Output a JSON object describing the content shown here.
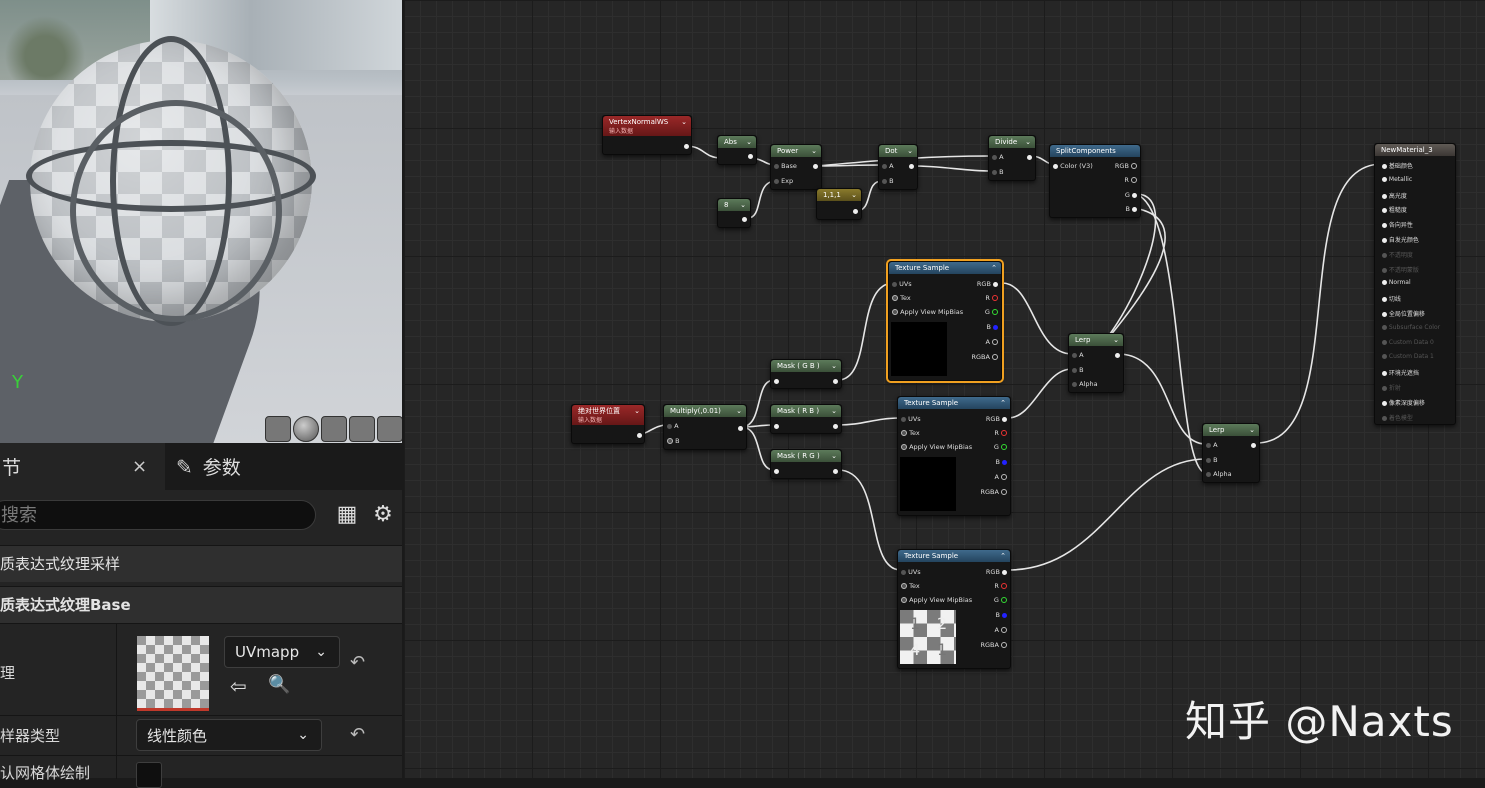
{
  "viewport": {
    "axis_y": "Y"
  },
  "tabs": {
    "details": "节",
    "params": "参数",
    "close_glyph": "×"
  },
  "details": {
    "search_placeholder": "搜索",
    "section1": "质表达式纹理采样",
    "section2": "质表达式纹理Base",
    "texture_label": "理",
    "texture_combo": "UVmapp",
    "sampler_label": "样器类型",
    "sampler_combo": "线性颜色",
    "default_mesh_label": "认网格体绘制"
  },
  "nodes": {
    "vertex_normal": {
      "title": "VertexNormalWS",
      "sub": "输入数据"
    },
    "abs": {
      "title": "Abs"
    },
    "power": {
      "title": "Power",
      "pins": [
        "Base",
        "Exp"
      ]
    },
    "const8": {
      "title": "8"
    },
    "const111": {
      "title": "1,1,1"
    },
    "dot": {
      "title": "Dot",
      "pins": [
        "A",
        "B"
      ]
    },
    "divide": {
      "title": "Divide",
      "pins": [
        "A",
        "B"
      ]
    },
    "split": {
      "title": "SplitComponents",
      "in": "Color (V3)",
      "pins": [
        "RGB",
        "R",
        "G",
        "B"
      ]
    },
    "abs_world_pos": {
      "title": "绝对世界位置",
      "sub": "输入数据"
    },
    "multiply": {
      "title": "Multiply(,0.01)",
      "pins": [
        "A",
        "B"
      ]
    },
    "mask_gb": {
      "title": "Mask ( G B )"
    },
    "mask_rb": {
      "title": "Mask ( R B )"
    },
    "mask_rg": {
      "title": "Mask ( R G )"
    },
    "tex_sample": {
      "title": "Texture Sample",
      "in_pins": [
        "UVs",
        "Tex",
        "Apply View MipBias"
      ],
      "out_pins": [
        "RGB",
        "R",
        "G",
        "B",
        "A",
        "RGBA"
      ],
      "checker_digits": [
        "1",
        "2",
        "4",
        "1"
      ]
    },
    "lerp1": {
      "title": "Lerp",
      "pins": [
        "A",
        "B",
        "Alpha"
      ]
    },
    "lerp2": {
      "title": "Lerp",
      "pins": [
        "A",
        "B",
        "Alpha"
      ]
    },
    "material": {
      "title": "NewMaterial_3",
      "pins": [
        "基础颜色",
        "Metallic",
        "高光度",
        "粗糙度",
        "各向异性",
        "自发光颜色",
        "不透明度",
        "不透明蒙版",
        "Normal",
        "切线",
        "全局位置偏移",
        "Subsurface Color",
        "Custom Data 0",
        "Custom Data 1",
        "环境光遮挡",
        "折射",
        "像素深度偏移",
        "着色模型"
      ],
      "dim_pins": [
        6,
        7,
        11,
        12,
        13,
        15,
        17
      ]
    }
  },
  "watermark": "知乎 @Naxts"
}
